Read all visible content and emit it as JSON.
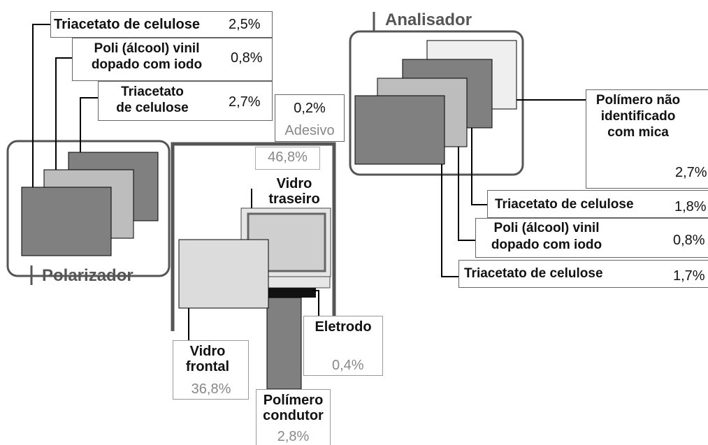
{
  "polarizer": {
    "title": "Polarizador",
    "layer1": {
      "name": "Triacetato de celulose",
      "pct": "2,5%"
    },
    "layer2": {
      "name_line1": "Poli (álcool) vinil",
      "name_line2": "dopado com iodo",
      "pct": "0,8%"
    },
    "layer3": {
      "name_line1": "Triacetato",
      "name_line2": "de celulose",
      "pct": "2,7%"
    }
  },
  "adhesive": {
    "pct": "0,2%",
    "label": "Adesivo"
  },
  "rear_glass": {
    "pct": "46,8%",
    "label_line1": "Vidro",
    "label_line2": "traseiro"
  },
  "front_glass": {
    "label_line1": "Vidro",
    "label_line2": "frontal",
    "pct": "36,8%"
  },
  "electrode": {
    "label": "Eletrodo",
    "pct": "0,4%"
  },
  "conductive_polymer": {
    "label_line1": "Polímero",
    "label_line2": "condutor",
    "pct": "2,8%"
  },
  "analyzer": {
    "title": "Analisador",
    "unknown_polymer": {
      "line1": "Polímero não",
      "line2": "identificado",
      "line3": "com mica",
      "pct": "2,7%"
    },
    "layer_a": {
      "name": "Triacetato de celulose",
      "pct": "1,8%"
    },
    "layer_b": {
      "name_line1": "Poli (álcool) vinil",
      "name_line2": "dopado com iodo",
      "pct": "0,8%"
    },
    "layer_c": {
      "name": "Triacetato de celulose",
      "pct": "1,7%"
    }
  },
  "colors": {
    "dark_layer": "#808080",
    "mid_layer": "#bdbdbd",
    "light_layer": "#efefef",
    "glass": "#dcdcdc",
    "frame": "#666666"
  }
}
